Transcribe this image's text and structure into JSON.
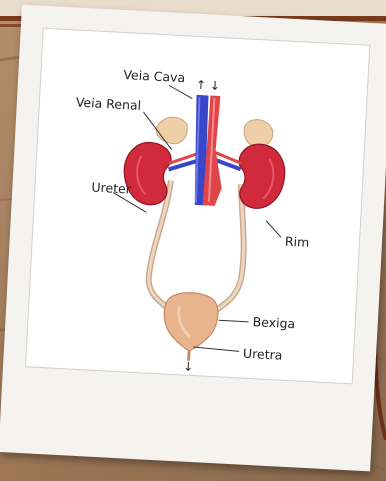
{
  "diagram": {
    "labels": {
      "vena_cava": "Veia Cava",
      "renal_vein": "Veia Renal",
      "ureter": "Ureter",
      "kidney": "Rim",
      "bladder": "Bexiga",
      "urethra": "Uretra"
    },
    "flow_arrows": {
      "up": "↑",
      "down": "↓",
      "outflow": "↓"
    }
  },
  "colors": {
    "background_wood": "#a98566",
    "top_stripe": "#7a3a1a",
    "card": "#f4f3ef",
    "vein": "#3a46c8",
    "artery": "#e0454a",
    "kidney": "#d02a3c",
    "adrenal": "#efcfa8",
    "ureter": "#dcc3ac",
    "bladder": "#e8b48d"
  }
}
